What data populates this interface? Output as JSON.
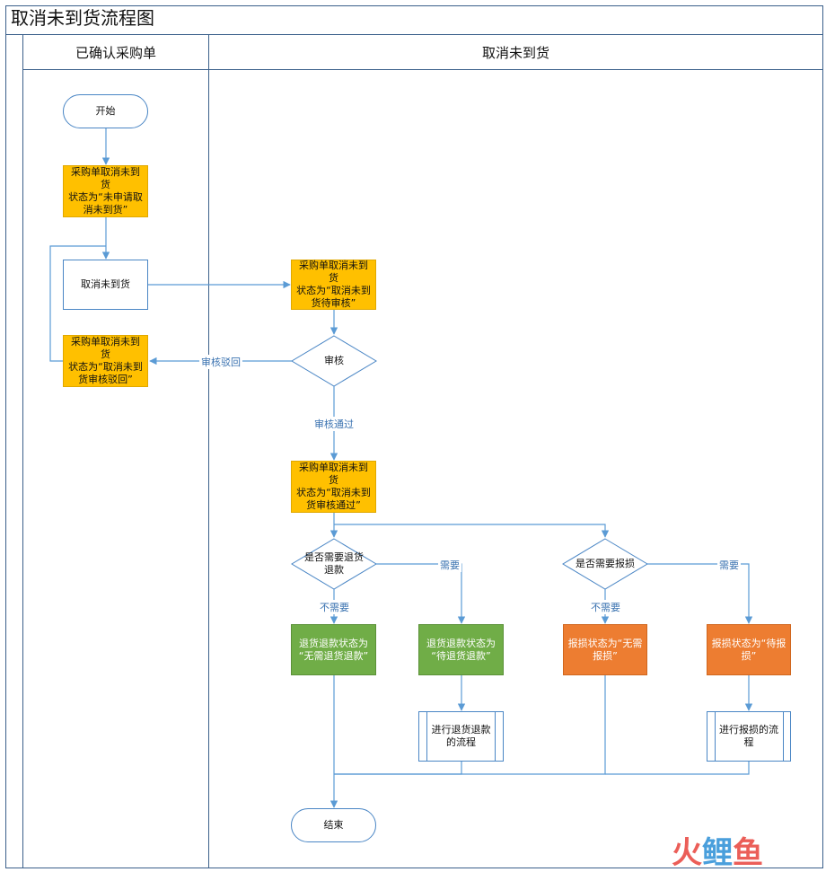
{
  "title": "取消未到货流程图",
  "lanes": [
    {
      "label": "已确认采购单"
    },
    {
      "label": "取消未到货"
    }
  ],
  "nodes": {
    "start": "开始",
    "status_not_applied": "采购单取消未到货\n状态为“未申请取\n消未到货”",
    "cancel_action": "取消未到货",
    "status_rejected": "采购单取消未到货\n状态为“取消未到\n货审核驳回”",
    "status_pending": "采购单取消未到货\n状态为“取消未到\n货待审核”",
    "review": "审核",
    "status_approved": "采购单取消未到货\n状态为“取消未到\n货审核通过”",
    "need_refund": "是否需要退货\n退款",
    "need_damage": "是否需要报损",
    "refund_not_needed": "退货退款状态为\n“无需退货退款”",
    "refund_pending": "退货退款状态为\n“待退货退款”",
    "damage_not_needed": "报损状态为“无需\n报损”",
    "damage_pending": "报损状态为“待报\n损”",
    "refund_process": "进行退货退款\n的流程",
    "damage_process": "进行报损的流\n程",
    "end": "结束"
  },
  "edge_labels": {
    "rejected": "审核驳回",
    "approved": "审核通过",
    "refund_needed": "需要",
    "refund_not_needed": "不需要",
    "damage_needed": "需要",
    "damage_not_needed": "不需要"
  },
  "watermark": {
    "text": "火鲤鱼",
    "colors": [
      "#e8433c",
      "#2b8fd6",
      "#e8433c"
    ]
  },
  "colors": {
    "line": "#5b9bd5",
    "border": "#3a5f8a",
    "yellow": "#ffc000",
    "green": "#70ad47",
    "orange": "#ed7d31"
  }
}
